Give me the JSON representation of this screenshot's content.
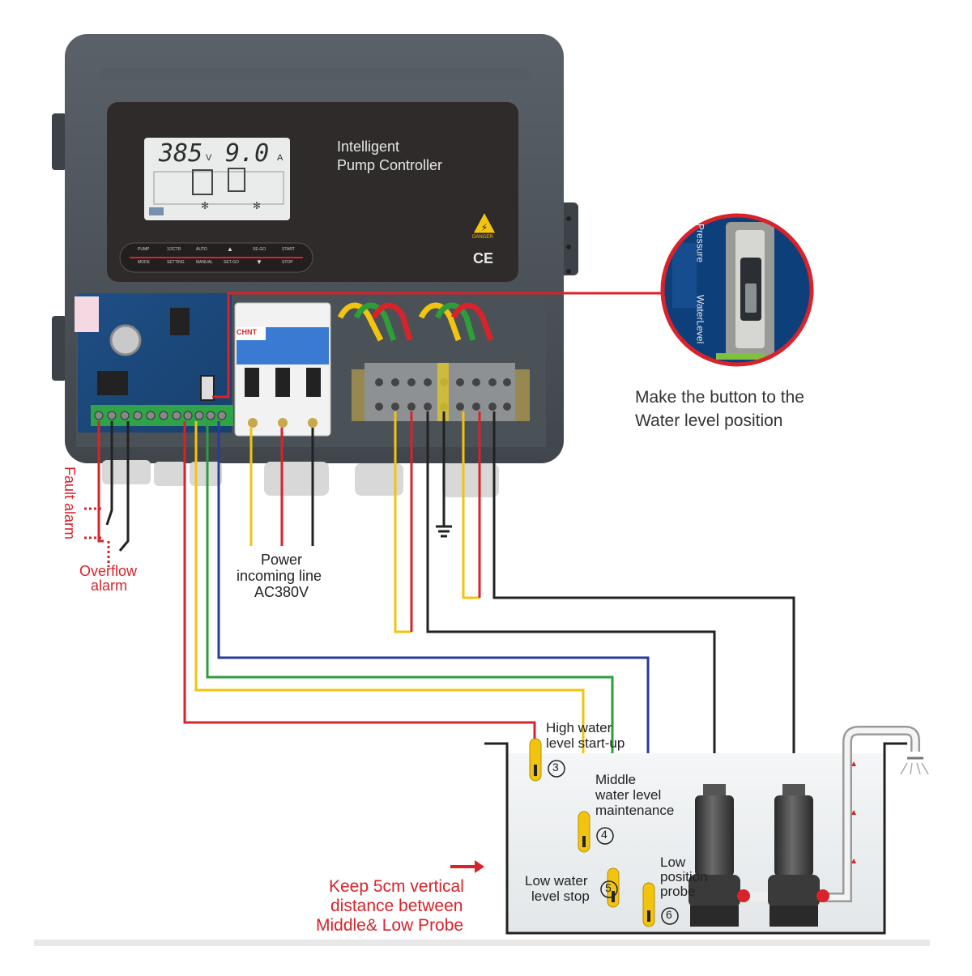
{
  "controller": {
    "title_line1": "Intelligent",
    "title_line2": "Pump Controller",
    "lcd_voltage": "385",
    "lcd_voltage_unit": "V",
    "lcd_current": "9.0",
    "lcd_current_unit": "A",
    "danger_label": "DANGER",
    "ce_mark": "CE",
    "breaker_brand": "CHNT",
    "buttons_row1": [
      "PUMP",
      "1/2CTR",
      "AUTO",
      "▲",
      "SE-GO",
      "START"
    ],
    "buttons_row2": [
      "MODE",
      "SETTING",
      "MANUAL",
      "SET-GO",
      "▼",
      "STOP"
    ]
  },
  "switch_inset": {
    "label_pressure": "Pressure",
    "label_waterlevel": "WaterLevel",
    "caption_line1": "Make the button to the",
    "caption_line2": "Water level position"
  },
  "wiring": {
    "fault_alarm": "Fault alarm",
    "overflow_line1": "Overflow",
    "overflow_line2": "alarm",
    "power_line1": "Power",
    "power_line2": "incoming line",
    "power_line3": "AC380V"
  },
  "probes": {
    "high_line1": "High water",
    "high_line2": "level start-up",
    "high_num": "3",
    "middle_line1": "Middle",
    "middle_line2": "water level",
    "middle_line3": "maintenance",
    "middle_num": "4",
    "low_line1": "Low water",
    "low_line2": "level stop",
    "low_num": "5",
    "lowpos_line1": "Low",
    "lowpos_line2": "position",
    "lowpos_line3": "probe",
    "lowpos_num": "6"
  },
  "note": {
    "line1": "Keep 5cm vertical",
    "line2": "distance between",
    "line3": "Middle& Low Probe"
  },
  "colors": {
    "housing": "#4b5258",
    "wire_red": "#d8232a",
    "wire_yellow": "#f2c40f",
    "wire_green": "#2e9d3a",
    "wire_blue": "#2a3b9a",
    "wire_black": "#222222",
    "accent_red": "#d8232a"
  }
}
